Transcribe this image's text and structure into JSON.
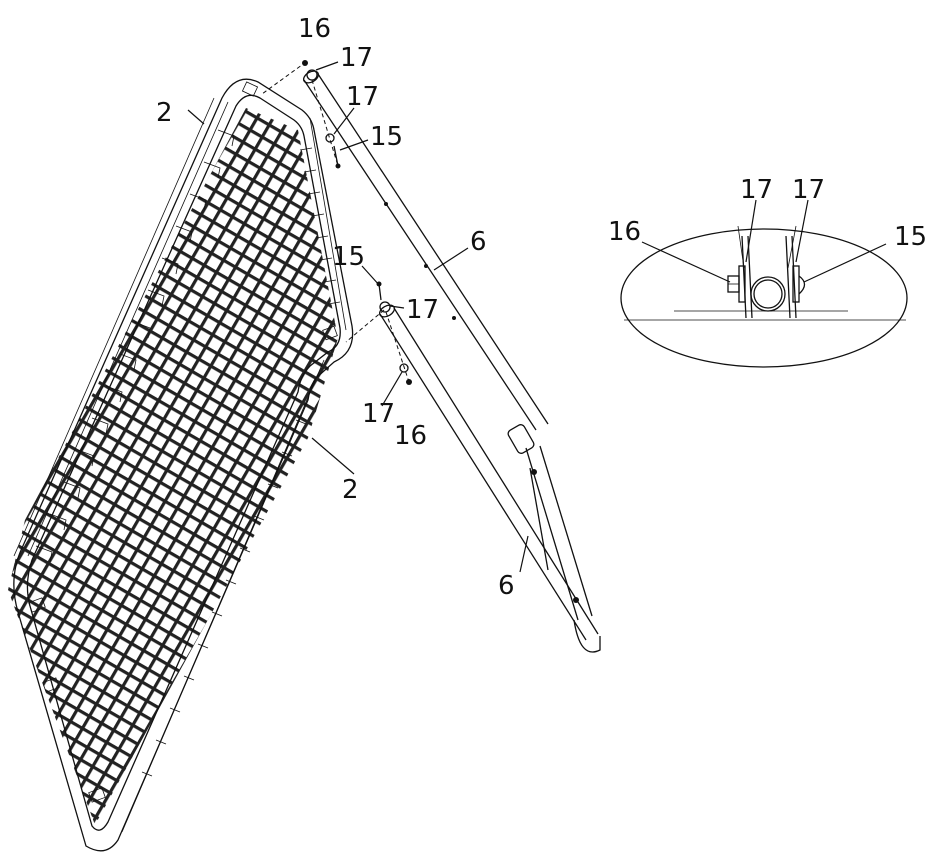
{
  "diagram": {
    "colors": {
      "ink": "#111111",
      "background": "#ffffff",
      "mesh": "#222222"
    },
    "parts": {
      "mesh_panel": {
        "part_number": "2"
      },
      "support_frame": {
        "part_number": "6"
      },
      "bolt": {
        "part_number": "15"
      },
      "nut": {
        "part_number": "16"
      },
      "washer": {
        "part_number": "17"
      }
    },
    "callouts": {
      "top_nut": "16",
      "top_washer_outer": "17",
      "top_washer_inner": "17",
      "top_bolt": "15",
      "panel_top": "2",
      "frame_upper": "6",
      "mid_bolt": "15",
      "mid_washer_outer": "17",
      "mid_washer_inner": "17",
      "mid_nut": "16",
      "panel_right": "2",
      "frame_lower": "6",
      "detail_nut": "16",
      "detail_washer_left": "17",
      "detail_washer_right": "17",
      "detail_bolt": "15"
    }
  }
}
